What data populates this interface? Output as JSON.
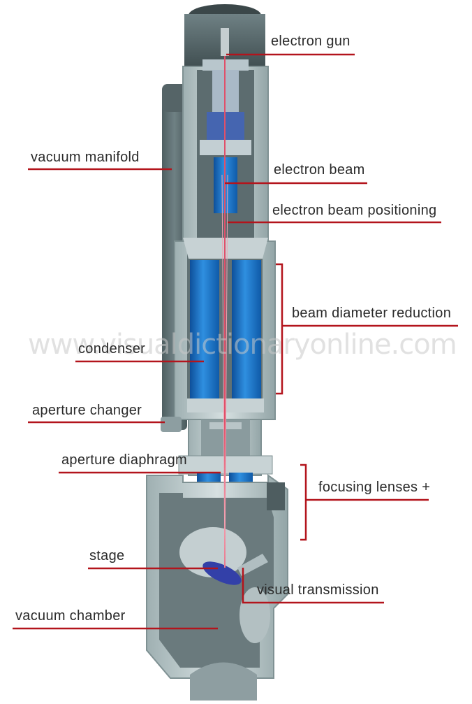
{
  "watermark": "www.visualdictionaryonline.com",
  "labels": {
    "electron_gun": "electron gun",
    "vacuum_manifold": "vacuum manifold",
    "electron_beam": "electron beam",
    "electron_beam_positioning": "electron beam positioning",
    "beam_diameter_reduction": "beam diameter reduction",
    "condenser": "condenser",
    "aperture_changer": "aperture changer",
    "aperture_diaphragm": "aperture diaphragm",
    "focusing_lenses": "focusing lenses +",
    "stage": "stage",
    "visual_transmission": "visual transmission",
    "vacuum_chamber": "vacuum chamber"
  },
  "colors": {
    "leader_line": "#b3141c",
    "metal_light": "#c9d5d6",
    "metal_dark": "#7f9193",
    "lens_blue": "#1a6fc0",
    "beam": "#e0506a",
    "label_text": "#2b2b2b"
  }
}
